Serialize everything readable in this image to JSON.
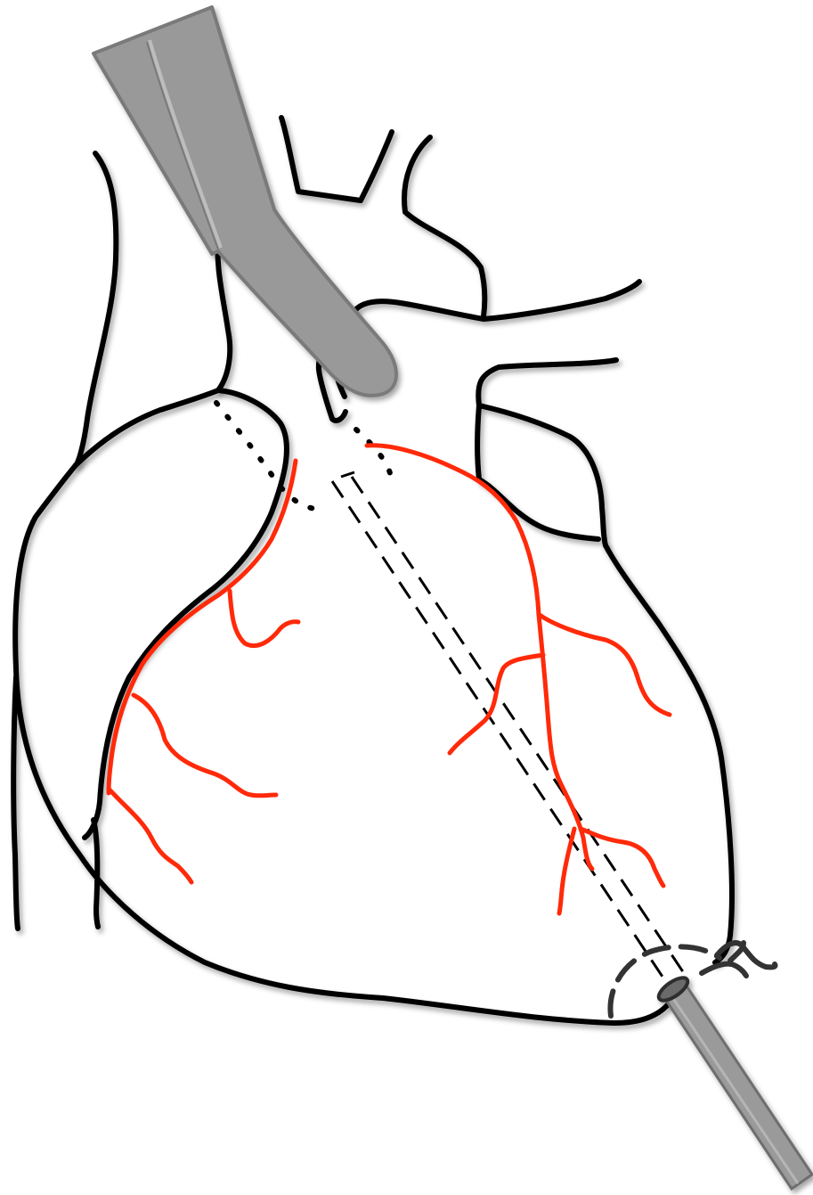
{
  "diagram": {
    "subject": "heart",
    "colors": {
      "background": "#ffffff",
      "outline": "#000000",
      "coronary_artery": "#ff2a0a",
      "instrument_fill": "#999999",
      "instrument_edge": "#6e6e6e",
      "suture": "#333333"
    },
    "parts": [
      {
        "id": "heart-outline",
        "icon": "heart-outline"
      },
      {
        "id": "aortic-arch",
        "icon": "aorta-outline"
      },
      {
        "id": "right-coronary-artery",
        "icon": "artery-red"
      },
      {
        "id": "left-anterior-descending-artery",
        "icon": "artery-red"
      },
      {
        "id": "aortic-cross-clamp",
        "icon": "clamp-gray"
      },
      {
        "id": "apical-cannula",
        "icon": "cannula-gray"
      },
      {
        "id": "cannula-path",
        "icon": "dashed-path"
      },
      {
        "id": "purse-string-suture",
        "icon": "suture"
      }
    ]
  }
}
